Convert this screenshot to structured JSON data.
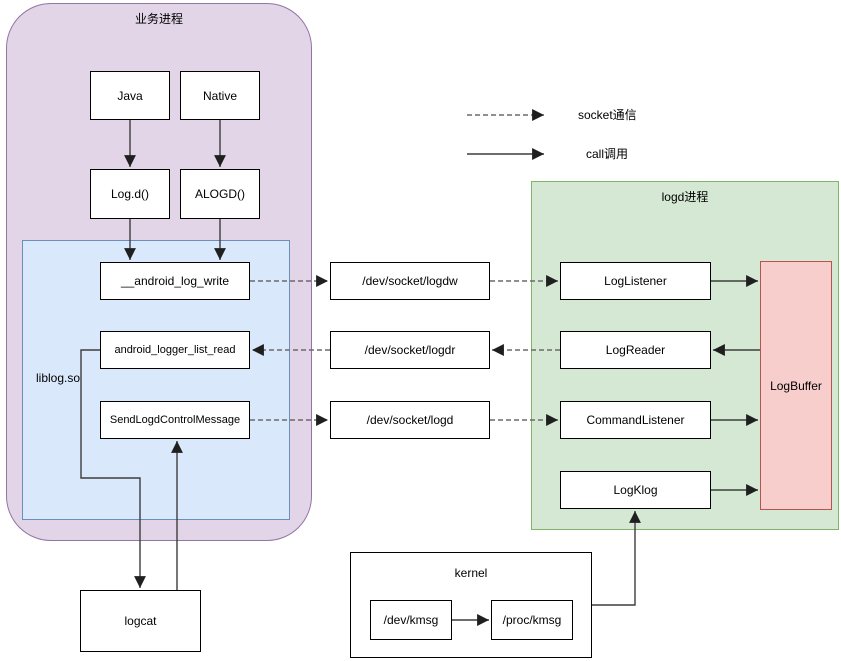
{
  "diagram": {
    "containers": {
      "business_process": "业务进程",
      "liblog": "liblog.so",
      "logd_process": "logd进程",
      "kernel": "kernel"
    },
    "nodes": {
      "java": "Java",
      "native": "Native",
      "log_d": "Log.d()",
      "alogd": "ALOGD()",
      "android_log_write": "__android_log_write",
      "android_logger_list_read": "android_logger_list_read",
      "send_logd_control_message": "SendLogdControlMessage",
      "socket_logdw": "/dev/socket/logdw",
      "socket_logdr": "/dev/socket/logdr",
      "socket_logd": "/dev/socket/logd",
      "log_listener": "LogListener",
      "log_reader": "LogReader",
      "command_listener": "CommandListener",
      "log_klog": "LogKlog",
      "log_buffer": "LogBuffer",
      "dev_kmsg": "/dev/kmsg",
      "proc_kmsg": "/proc/kmsg",
      "logcat": "logcat"
    },
    "legend": [
      {
        "style": "dashed",
        "label": "socket通信"
      },
      {
        "style": "solid",
        "label": "call调用"
      }
    ],
    "edges": [
      {
        "from": "Java",
        "to": "Log.d()",
        "type": "call"
      },
      {
        "from": "Native",
        "to": "ALOGD()",
        "type": "call"
      },
      {
        "from": "Log.d()",
        "to": "__android_log_write",
        "type": "call"
      },
      {
        "from": "ALOGD()",
        "to": "__android_log_write",
        "type": "call"
      },
      {
        "from": "__android_log_write",
        "to": "/dev/socket/logdw",
        "type": "socket"
      },
      {
        "from": "/dev/socket/logdw",
        "to": "LogListener",
        "type": "socket"
      },
      {
        "from": "LogListener",
        "to": "LogBuffer",
        "type": "call"
      },
      {
        "from": "LogBuffer",
        "to": "LogReader",
        "type": "call"
      },
      {
        "from": "LogReader",
        "to": "/dev/socket/logdr",
        "type": "socket"
      },
      {
        "from": "/dev/socket/logdr",
        "to": "android_logger_list_read",
        "type": "socket"
      },
      {
        "from": "SendLogdControlMessage",
        "to": "/dev/socket/logd",
        "type": "socket"
      },
      {
        "from": "/dev/socket/logd",
        "to": "CommandListener",
        "type": "socket"
      },
      {
        "from": "CommandListener",
        "to": "LogBuffer",
        "type": "call"
      },
      {
        "from": "LogKlog",
        "to": "LogBuffer",
        "type": "call"
      },
      {
        "from": "kernel",
        "to": "LogKlog",
        "type": "call"
      },
      {
        "from": "/dev/kmsg",
        "to": "/proc/kmsg",
        "type": "call"
      },
      {
        "from": "android_logger_list_read",
        "to": "logcat",
        "type": "call"
      },
      {
        "from": "logcat",
        "to": "SendLogdControlMessage",
        "type": "call"
      }
    ],
    "colors": {
      "business_fill": "#e1d5e7",
      "business_border": "#9673a6",
      "liblog_fill": "#dae8fc",
      "liblog_border": "#6c8ebf",
      "logd_fill": "#d5e8d4",
      "logd_border": "#82b366",
      "logbuffer_fill": "#f8cecc",
      "logbuffer_border": "#b85450",
      "node_fill": "#ffffff",
      "node_border": "#000000",
      "solid_line": "#3d3d3d",
      "dashed_line": "#6a6a6a"
    }
  }
}
